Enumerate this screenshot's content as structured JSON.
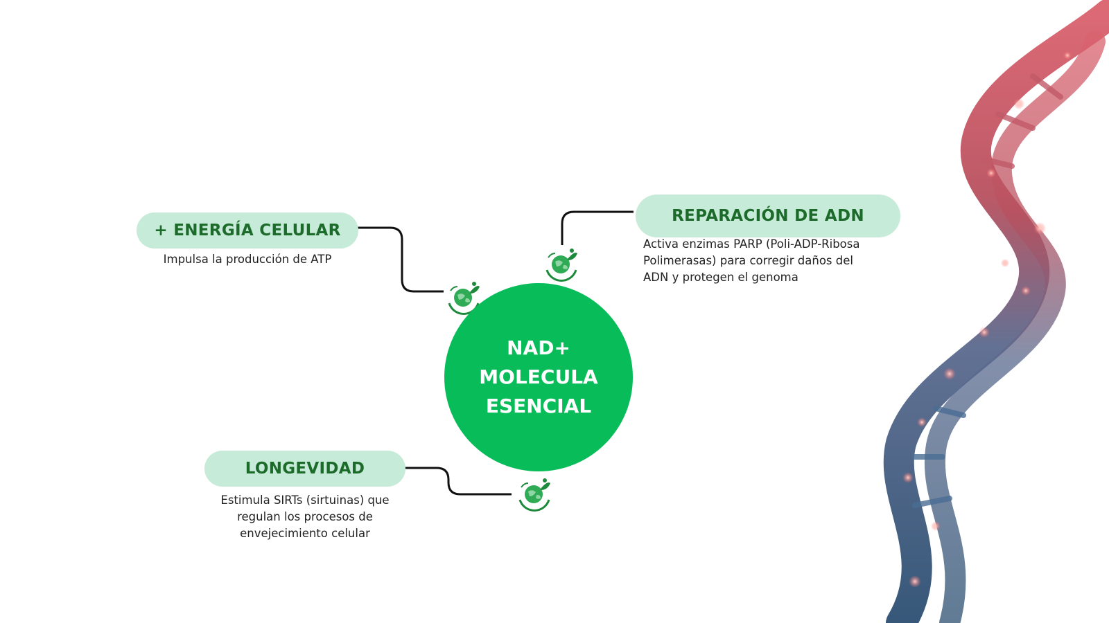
{
  "center": {
    "lines": [
      "NAD+",
      "MOLECULA",
      "ESENCIAL"
    ]
  },
  "nodes": {
    "energia": {
      "title": "+ ENERGÍA CELULAR",
      "description": "Impulsa la producción de ATP"
    },
    "adn": {
      "title": "REPARACIÓN DE ADN",
      "description_lines": [
        "Activa enzimas PARP (Poli-ADP-Ribosa",
        "Polimerasas) para corregir daños del",
        "ADN y protegen el genoma"
      ]
    },
    "longevidad": {
      "title": "LONGEVIDAD",
      "description_lines": [
        "Estimula SIRTs (sirtuinas) que",
        "regulan los procesos de",
        "envejecimiento celular"
      ]
    }
  },
  "colors": {
    "center": "#08bd59",
    "pill_bg": "#c6ebd8",
    "pill_text": "#1c6b2a",
    "connector": "#111111"
  },
  "icons": {
    "badge": "globe-leaf-logo-icon",
    "decoration": "dna-helix-image"
  }
}
